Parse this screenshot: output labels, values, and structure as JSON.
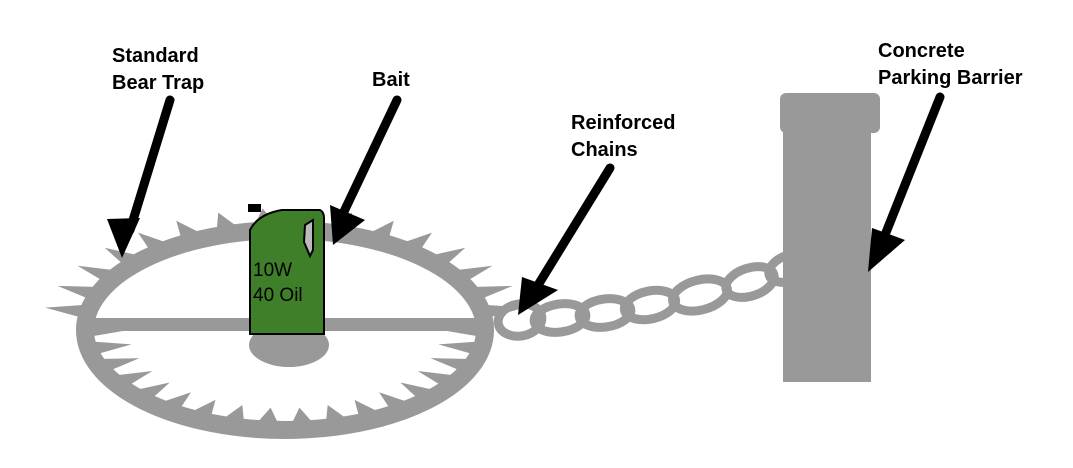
{
  "diagram": {
    "labels": {
      "trap": "Standard\nBear Trap",
      "bait": "Bait",
      "chains": "Reinforced\nChains",
      "barrier": "Concrete\nParking Barrier"
    },
    "bait_label": "10W\n40 Oil",
    "colors": {
      "metal": "#999999",
      "oil_can": "#3f7f2a",
      "arrow": "#000000",
      "background": "#ffffff"
    }
  }
}
